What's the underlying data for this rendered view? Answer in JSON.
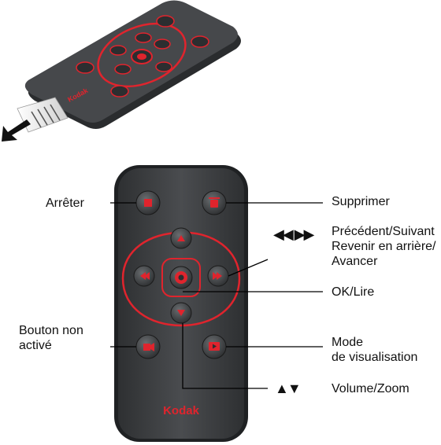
{
  "brand": "Kodak",
  "colors": {
    "body": "#3f4143",
    "body_edge": "#26282a",
    "accent": "#e0242d",
    "button": "#4e5153",
    "leader": "#000000"
  },
  "callouts": {
    "stop": "Arrêter",
    "delete": "Supprimer",
    "prev_next": "Précédent/Suivant\nRevenir en arrière/\nAvancer",
    "ok_play": "OK/Lire",
    "inactive": "Bouton non\nactivé",
    "view_mode": "Mode\nde visualisation",
    "volume_zoom": "Volume/Zoom"
  },
  "glyphs": {
    "prev_next": "◀◀ ▶▶",
    "up_down": "▲▼"
  },
  "icons": {
    "stop_button": "stop-icon",
    "delete_button": "trash-icon",
    "up_button": "up-arrow-icon",
    "down_button": "down-arrow-icon",
    "left_button": "rewind-icon",
    "right_button": "fast-forward-icon",
    "ok_button": "ok-play-icon",
    "inactive_button": "inactive-icon",
    "view_button": "review-icon",
    "battery_tab": "battery-pull-tab-arrow-icon"
  }
}
